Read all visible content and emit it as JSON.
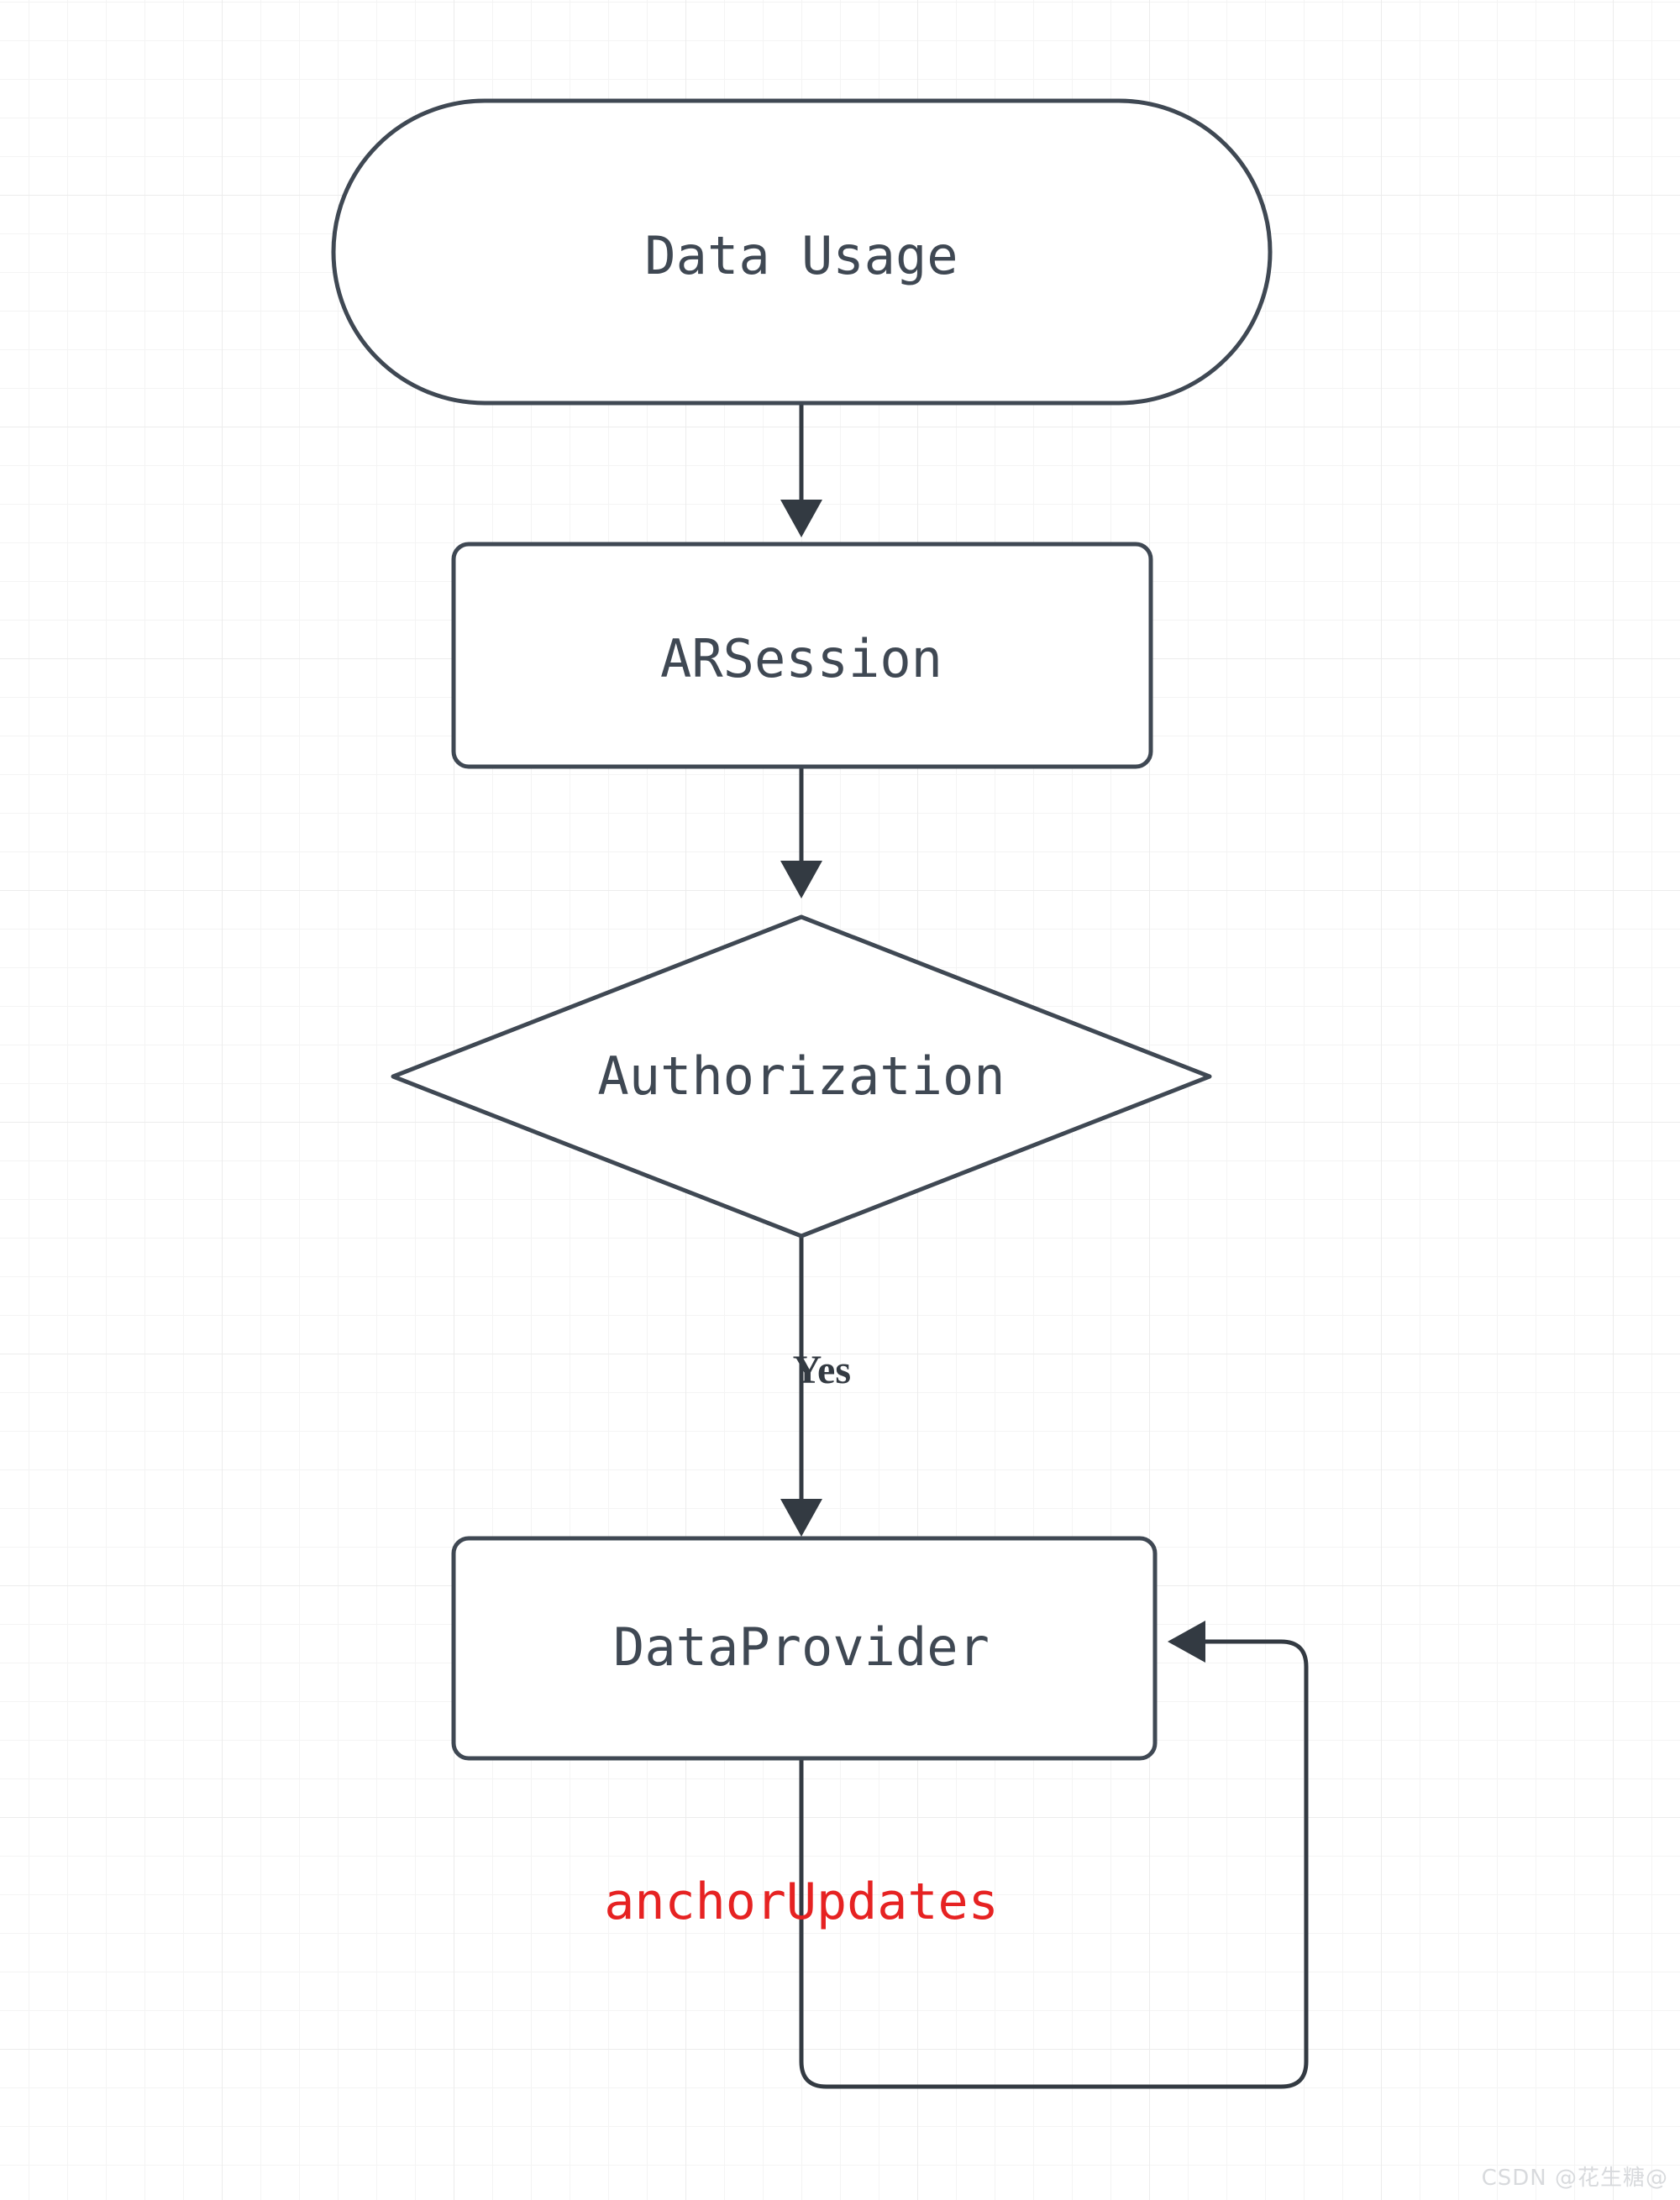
{
  "diagram": {
    "type": "flowchart",
    "direction": "top-to-bottom",
    "title": "Data Usage",
    "colors": {
      "node_stroke": "#3f4853",
      "node_fill": "#ffffff",
      "node_text": "#3f4853",
      "edge_stroke": "#333a42",
      "edge_label_text": "#333a42",
      "highlight_label": "#e62222",
      "grid_minor": "#f4f4f4",
      "grid_major": "#ececec",
      "watermark": "#d8dadd"
    },
    "nodes": [
      {
        "id": "data-usage",
        "label": "Data Usage",
        "shape": "stadium"
      },
      {
        "id": "arsession",
        "label": "ARSession",
        "shape": "rounded-rect"
      },
      {
        "id": "authorization",
        "label": "Authorization",
        "shape": "diamond"
      },
      {
        "id": "dataprovider",
        "label": "DataProvider",
        "shape": "rounded-rect"
      }
    ],
    "edges": [
      {
        "from": "data-usage",
        "to": "arsession",
        "label": "",
        "arrow": "filled-triangle"
      },
      {
        "from": "arsession",
        "to": "authorization",
        "label": "",
        "arrow": "filled-triangle"
      },
      {
        "from": "authorization",
        "to": "dataprovider",
        "label": "Yes",
        "arrow": "filled-triangle"
      },
      {
        "from": "dataprovider",
        "to": "dataprovider",
        "label": "anchorUpdates",
        "arrow": "filled-triangle",
        "style": "self-loop"
      }
    ]
  },
  "watermark": {
    "text": "CSDN @花生糖@"
  }
}
